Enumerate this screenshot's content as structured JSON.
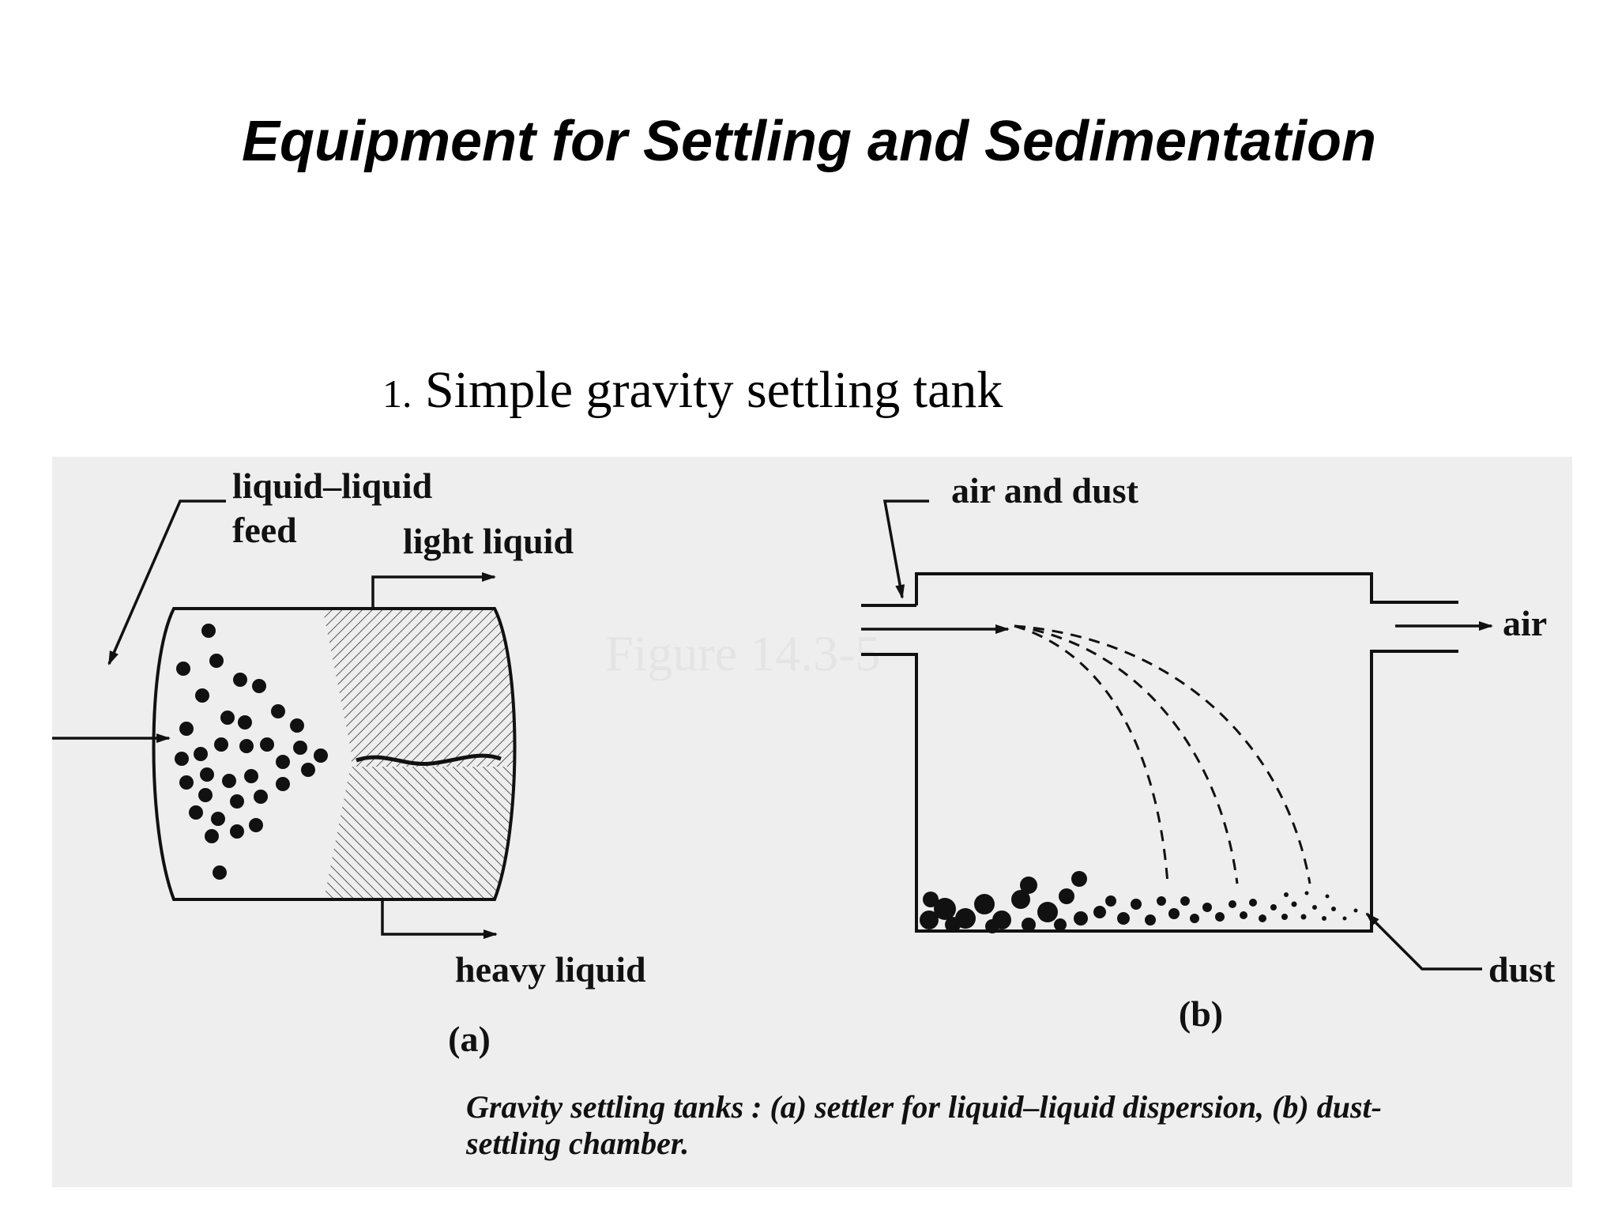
{
  "slide": {
    "title": "Equipment for Settling and Sedimentation",
    "subtitle_number": "1.",
    "subtitle_text": "Simple gravity settling tank"
  },
  "figure": {
    "ghost_label": "Figure 14.3-5",
    "panel_a": {
      "feed_label_line1": "liquid–liquid",
      "feed_label_line2": "feed",
      "light_label": "light liquid",
      "heavy_label": "heavy liquid",
      "panel_label": "(a)"
    },
    "panel_b": {
      "inlet_label": "air and dust",
      "outlet_label": "air",
      "dust_label": "dust",
      "panel_label": "(b)"
    },
    "caption_line1": "Gravity settling tanks : (a) settler for liquid–liquid dispersion, (b) dust-",
    "caption_line2": "settling chamber."
  },
  "colors": {
    "figure_background": "#eeeeee",
    "ink": "#111111"
  }
}
